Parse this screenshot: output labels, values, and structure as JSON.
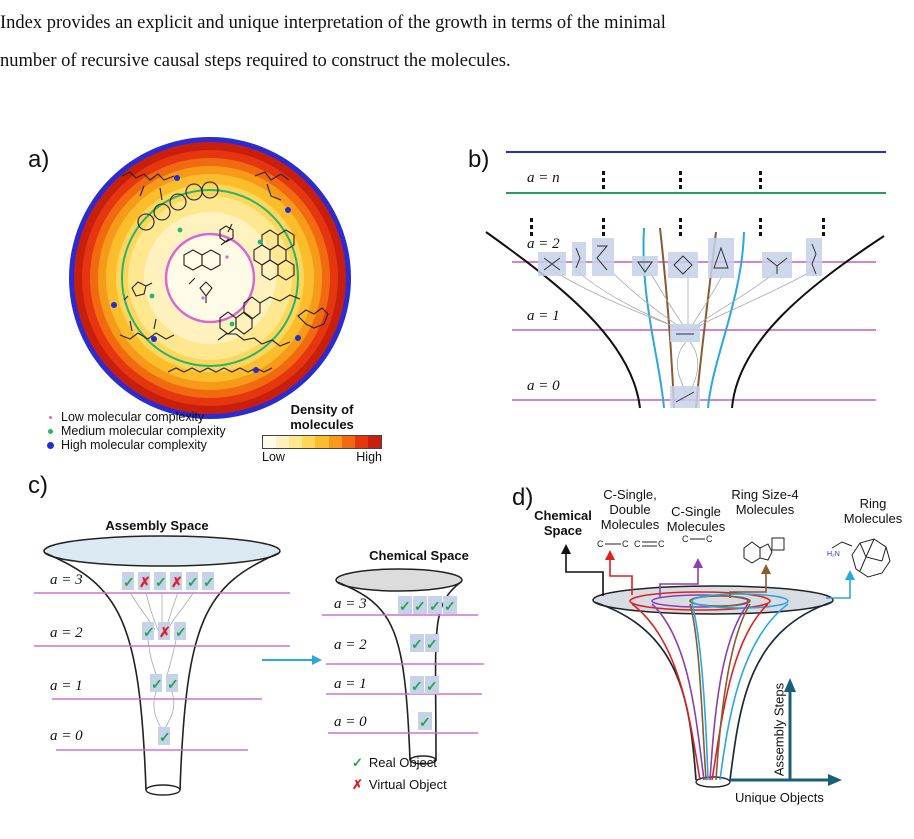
{
  "intro": {
    "line1": "Index provides an explicit and unique interpretation of the growth in terms of the minimal",
    "line2": "number of recursive causal steps required to construct the molecules."
  },
  "panel_a": {
    "letter": "a)",
    "legend": {
      "low": "Low molecular complexity",
      "medium": "Medium molecular complexity",
      "high": "High molecular complexity"
    },
    "density": {
      "title": "Density of molecules",
      "low": "Low",
      "high": "High"
    },
    "colors": {
      "low": "#e066c8",
      "medium": "#22b573",
      "high": "#1f2fd6",
      "rim": "#2b2bd0"
    }
  },
  "panel_b": {
    "letter": "b)",
    "levels": [
      "a = n",
      "a = 2",
      "a = 1",
      "a = 0"
    ],
    "colors": {
      "top_line": "#1f2fd6",
      "n_line": "#22a05a",
      "level_line": "#d070d0",
      "cyan": "#29a8e0",
      "brown": "#8a5a30"
    }
  },
  "panel_c": {
    "letter": "c)",
    "assembly_title": "Assembly Space",
    "chemical_title": "Chemical Space",
    "levels": [
      "a = 3",
      "a = 2",
      "a = 1",
      "a = 0"
    ],
    "legend": {
      "real": "Real Object",
      "virtual": "Virtual Object"
    },
    "colors": {
      "check": "#22a84a",
      "cross": "#e02020",
      "arrow": "#29a8e0"
    }
  },
  "panel_d": {
    "letter": "d)",
    "labels": {
      "chemical_space": "Chemical Space",
      "c_single_double": "C-Single, Double Molecules",
      "c_single": "C-Single Molecules",
      "ring4": "Ring Size-4 Molecules",
      "ring": "Ring Molecules",
      "assembly_steps": "Assembly Steps",
      "unique_objects": "Unique Objects"
    },
    "colors": {
      "red": "#e02020",
      "purple": "#8a3fb5",
      "brown": "#8a5a30",
      "cyan": "#29a8e0",
      "axis": "#1a5f7a"
    }
  }
}
